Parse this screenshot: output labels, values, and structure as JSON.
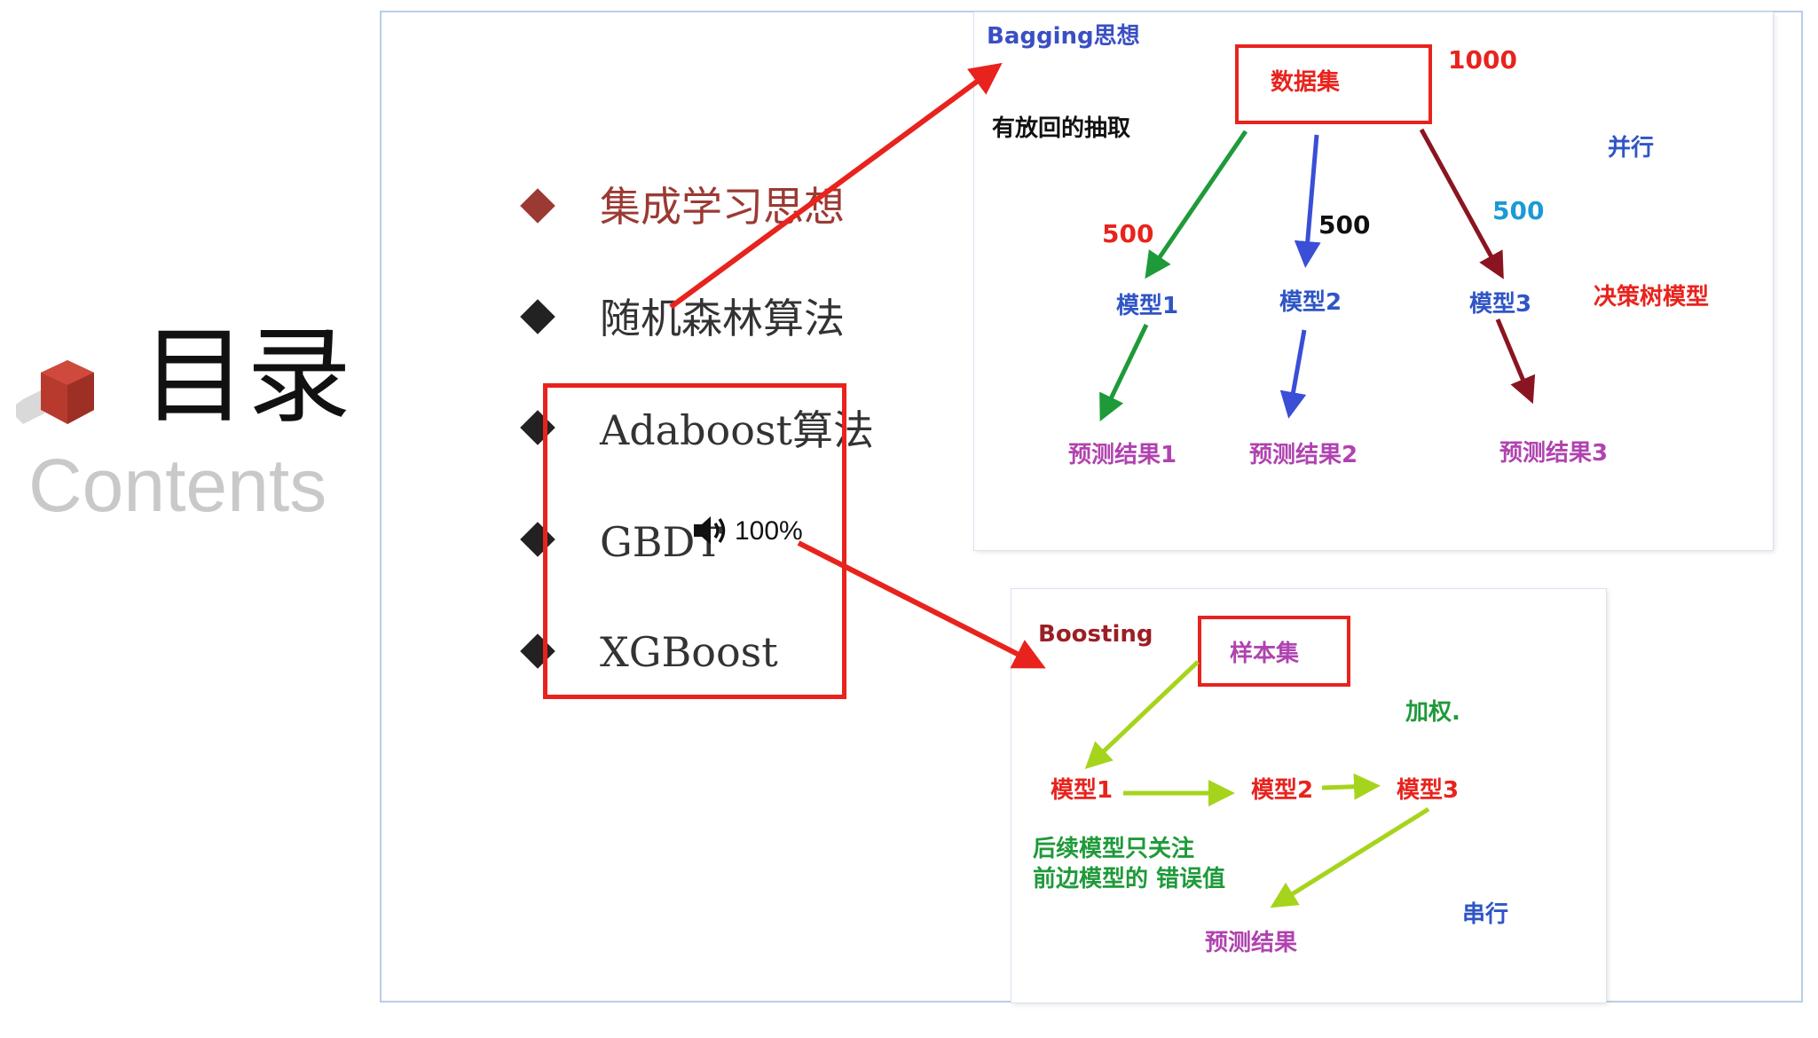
{
  "title": {
    "zh": "目录",
    "en": "Contents"
  },
  "menu": [
    {
      "label": "集成学习思想",
      "active": true
    },
    {
      "label": "随机森林算法",
      "active": false
    },
    {
      "label": "Adaboost算法",
      "active": false
    },
    {
      "label": "GBDT",
      "active": false
    },
    {
      "label": "XGBoost",
      "active": false
    }
  ],
  "media": {
    "volume": "100%"
  },
  "bagging": {
    "title": "Bagging思想",
    "dataset": "数据集",
    "dataset_count": "1000",
    "sampling": "有放回的抽取",
    "parallel": "并行",
    "sample_counts": [
      "500",
      "500",
      "500"
    ],
    "models": [
      "模型1",
      "模型2",
      "模型3"
    ],
    "model_type": "决策树模型",
    "results": [
      "预测结果1",
      "预测结果2",
      "预测结果3"
    ]
  },
  "boosting": {
    "title": "Boosting",
    "sample_set": "样本集",
    "weighting": "加权.",
    "models": [
      "模型1",
      "模型2",
      "模型3"
    ],
    "note_line1": "后续模型只关注",
    "note_line2": "前边模型的 错误值",
    "serial": "串行",
    "result": "预测结果"
  },
  "colors": {
    "accent_red": "#e8231d",
    "brand_dark_red": "#b83a2f",
    "bagging_title": "#3b4fc4",
    "model_blue": "#2f55c6",
    "result_purple": "#b043b0",
    "green_arrow": "#1f9a3a",
    "blue_arrow": "#3a4fd6",
    "maroon_arrow": "#8a1520",
    "lime_arrow": "#a6d41c",
    "cyan": "#1a9ad6"
  }
}
